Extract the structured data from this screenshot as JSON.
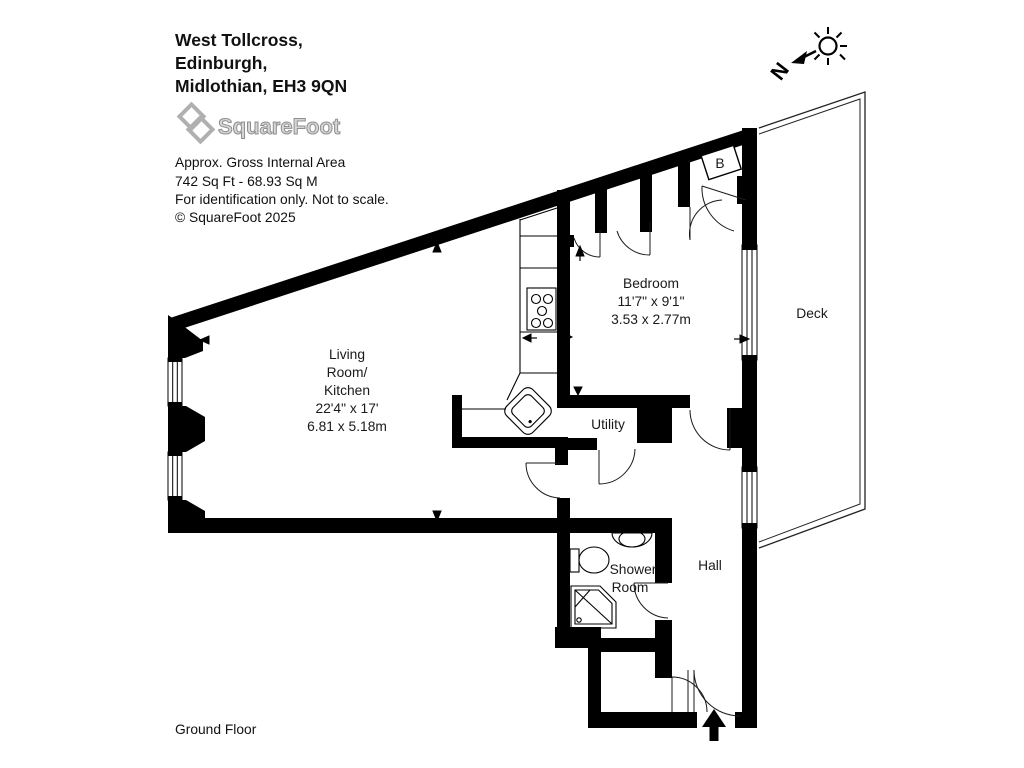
{
  "header": {
    "address_line1": "West Tollcross,",
    "address_line2": "Edinburgh,",
    "address_line3": "Midlothian, EH3 9QN",
    "logo_text": "SquareFoot",
    "area_line1": "Approx. Gross Internal Area",
    "area_line2": "742 Sq Ft  -  68.93 Sq M",
    "area_line3": "For identification only. Not to scale.",
    "area_line4": "© SquareFoot 2025"
  },
  "compass": {
    "north_label": "N"
  },
  "rooms": {
    "living": {
      "line1": "Living",
      "line2": "Room/",
      "line3": "Kitchen",
      "imperial": "22'4\" x 17'",
      "metric": "6.81 x 5.18m"
    },
    "bedroom": {
      "name": "Bedroom",
      "imperial": "11'7\" x 9'1\"",
      "metric": "3.53 x 2.77m"
    },
    "utility": {
      "name": "Utility"
    },
    "hall": {
      "name": "Hall"
    },
    "shower": {
      "line1": "Shower",
      "line2": "Room"
    },
    "deck": {
      "name": "Deck"
    },
    "boiler_label": "B"
  },
  "footer": {
    "floor_label": "Ground Floor"
  },
  "colors": {
    "wall": "#000000",
    "logo_gray": "#a8a8a8"
  }
}
